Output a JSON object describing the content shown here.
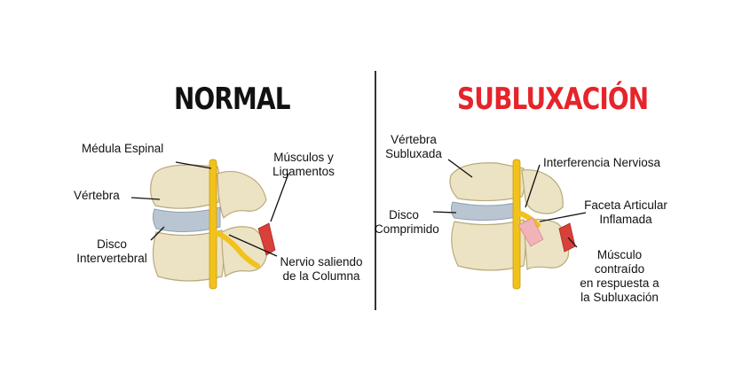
{
  "normal": {
    "title": "NORMAL",
    "labels": {
      "medula": "Médula Espinal",
      "vertebra": "Vértebra",
      "disco_1": "Disco",
      "disco_2": "Intervertebral",
      "musculos_1": "Músculos y",
      "musculos_2": "Ligamentos",
      "nervio_1": "Nervio saliendo",
      "nervio_2": "de la Columna"
    }
  },
  "subluxacion": {
    "title": "SUBLUXACIÓN",
    "title_color": "#e5242b",
    "labels": {
      "vertebra_1": "Vértebra",
      "vertebra_2": "Subluxada",
      "interferencia": "Interferencia Nerviosa",
      "disco_1": "Disco",
      "disco_2": "Comprimido",
      "faceta_1": "Faceta Articular",
      "faceta_2": "Inflamada",
      "musculo_1": "Músculo",
      "musculo_2": "contraído",
      "musculo_3": "en respuesta a",
      "musculo_4": "la Subluxación"
    }
  },
  "colors": {
    "bone": "#ece3c4",
    "bone_shadow": "#c9bb8e",
    "disc": "#b9c6d2",
    "nerve": "#f2c21b",
    "muscle": "#d9403a",
    "inflamed": "#f2b3b8"
  }
}
